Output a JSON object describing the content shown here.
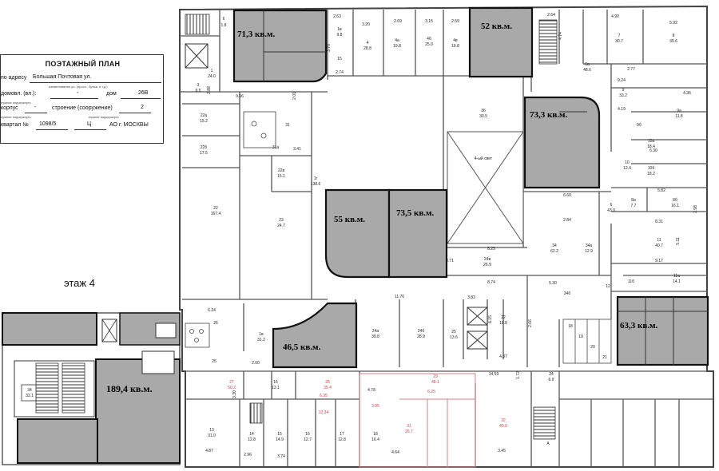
{
  "info_panel": {
    "title": "ПОЭТАЖНЫЙ ПЛАН",
    "address_label": "по адресу",
    "address_value": "Большая Почтовая ул.",
    "address_hint": "наименование ул. (просп., бульв. и т.д.)",
    "house_label": "домовл. (вл.):",
    "house_value": "-",
    "dom_label": "дом",
    "dom_value": "26В",
    "hint_needed": "нужное подчеркнуть",
    "korpus_label": "корпус",
    "korpus_value": "-",
    "stroenie_label": "строение (сооружение)",
    "stroenie_value": "2",
    "hint_needed2": "нужное подчеркнуть",
    "hint_needed3": "нужное подчеркнуть",
    "kvartal_label": "квартал №",
    "kvartal_value": "1098/5",
    "okrug_value": "Ц",
    "ao_label": "АО г. МОСКВЫ"
  },
  "floor_label": "этаж 4",
  "highlighted_areas": [
    {
      "id": "a713",
      "label": "71,3 кв.м."
    },
    {
      "id": "a52",
      "label": "52 кв.м."
    },
    {
      "id": "a733",
      "label": "73,3 кв.м."
    },
    {
      "id": "a55",
      "label": "55 кв.м."
    },
    {
      "id": "a735",
      "label": "73,5 кв.м."
    },
    {
      "id": "a465",
      "label": "46,5 кв.м."
    },
    {
      "id": "a633",
      "label": "63,3 кв.м."
    },
    {
      "id": "a1894",
      "label": "189,4 кв.м."
    }
  ],
  "room_labels": [
    {
      "id": "r1",
      "text": "6"
    },
    {
      "id": "r2",
      "text": "1.8"
    },
    {
      "id": "r3",
      "text": "2.63"
    },
    {
      "id": "r4",
      "text": "1в"
    },
    {
      "id": "r5",
      "text": "9.8"
    },
    {
      "id": "r6",
      "text": "3.70"
    },
    {
      "id": "r7",
      "text": "3.20"
    },
    {
      "id": "r8",
      "text": "4"
    },
    {
      "id": "r9",
      "text": "28.8"
    },
    {
      "id": "r10",
      "text": "2.69"
    },
    {
      "id": "r11",
      "text": "4а"
    },
    {
      "id": "r12",
      "text": "19.8"
    },
    {
      "id": "r13",
      "text": "3.15"
    },
    {
      "id": "r14",
      "text": "4б"
    },
    {
      "id": "r15",
      "text": "25.0"
    },
    {
      "id": "r16",
      "text": "2.59"
    },
    {
      "id": "r17",
      "text": "4в"
    },
    {
      "id": "r18",
      "text": "16.8"
    },
    {
      "id": "r19",
      "text": "2.64"
    },
    {
      "id": "r20",
      "text": "4.90"
    },
    {
      "id": "r21",
      "text": "7"
    },
    {
      "id": "r22",
      "text": "30.7"
    },
    {
      "id": "r23",
      "text": "5.92"
    },
    {
      "id": "r24",
      "text": "8"
    },
    {
      "id": "r25",
      "text": "39.6"
    },
    {
      "id": "r26",
      "text": "15"
    },
    {
      "id": "r27",
      "text": "1"
    },
    {
      "id": "r28",
      "text": "24.0"
    },
    {
      "id": "r29",
      "text": "2.74"
    },
    {
      "id": "r30",
      "text": "6а"
    },
    {
      "id": "r31",
      "text": "48.6"
    },
    {
      "id": "r32",
      "text": "9.24"
    },
    {
      "id": "r33",
      "text": "9"
    },
    {
      "id": "r34",
      "text": "33.2"
    },
    {
      "id": "r35",
      "text": "3"
    },
    {
      "id": "r36",
      "text": "9.5"
    },
    {
      "id": "r37",
      "text": "9.16"
    },
    {
      "id": "r38",
      "text": "4.36"
    },
    {
      "id": "r39",
      "text": "9а"
    },
    {
      "id": "r40",
      "text": "11.8"
    },
    {
      "id": "r41",
      "text": "4.19"
    },
    {
      "id": "r42",
      "text": "22а"
    },
    {
      "id": "r43",
      "text": "15.2"
    },
    {
      "id": "r44",
      "text": "36"
    },
    {
      "id": "r45",
      "text": "30.5"
    },
    {
      "id": "r46",
      "text": "9б"
    },
    {
      "id": "r47",
      "text": "10а"
    },
    {
      "id": "r48",
      "text": "18.4"
    },
    {
      "id": "r49",
      "text": "31"
    },
    {
      "id": "r50",
      "text": "31а"
    },
    {
      "id": "r51",
      "text": "2.41"
    },
    {
      "id": "r52",
      "text": "22б"
    },
    {
      "id": "r53",
      "text": "17.5"
    },
    {
      "id": "r54",
      "text": "4-ый свет"
    },
    {
      "id": "r55",
      "text": "6.30"
    },
    {
      "id": "r56",
      "text": "10"
    },
    {
      "id": "r57",
      "text": "12.4"
    },
    {
      "id": "r58",
      "text": "10б"
    },
    {
      "id": "r59",
      "text": "18.2"
    },
    {
      "id": "r60",
      "text": "22в"
    },
    {
      "id": "r61",
      "text": "15.1"
    },
    {
      "id": "r62",
      "text": "1г"
    },
    {
      "id": "r63",
      "text": "138.6"
    },
    {
      "id": "r64",
      "text": "6.60"
    },
    {
      "id": "r65",
      "text": "5.82"
    },
    {
      "id": "r66",
      "text": "8б"
    },
    {
      "id": "r67",
      "text": "16.1"
    },
    {
      "id": "r68",
      "text": "8а"
    },
    {
      "id": "r69",
      "text": "7.7"
    },
    {
      "id": "r70",
      "text": "6"
    },
    {
      "id": "r71",
      "text": "43.0"
    },
    {
      "id": "r72",
      "text": "22"
    },
    {
      "id": "r73",
      "text": "167.4"
    },
    {
      "id": "r74",
      "text": "23"
    },
    {
      "id": "r75",
      "text": "24.7"
    },
    {
      "id": "r76",
      "text": "2.84"
    },
    {
      "id": "r77",
      "text": "8.31"
    },
    {
      "id": "r78",
      "text": "11"
    },
    {
      "id": "r79",
      "text": "40.7"
    },
    {
      "id": "r80",
      "text": "34"
    },
    {
      "id": "r81",
      "text": "62.2"
    },
    {
      "id": "r82",
      "text": "34а"
    },
    {
      "id": "r83",
      "text": "12.9"
    },
    {
      "id": "r84",
      "text": "8.25"
    },
    {
      "id": "r85",
      "text": "9.17"
    },
    {
      "id": "r86",
      "text": "3.71"
    },
    {
      "id": "r87",
      "text": "24в"
    },
    {
      "id": "r88",
      "text": "26.9"
    },
    {
      "id": "r89",
      "text": "11б"
    },
    {
      "id": "r90",
      "text": "11а"
    },
    {
      "id": "r91",
      "text": "14.1"
    },
    {
      "id": "r92",
      "text": "12"
    },
    {
      "id": "r93",
      "text": "8.74"
    },
    {
      "id": "r94",
      "text": "5.30"
    },
    {
      "id": "r95",
      "text": "34б"
    },
    {
      "id": "r96",
      "text": "11.76"
    },
    {
      "id": "r97",
      "text": "3.83"
    },
    {
      "id": "r98",
      "text": "6.24"
    },
    {
      "id": "r99",
      "text": "26"
    },
    {
      "id": "r100",
      "text": "1в"
    },
    {
      "id": "r101",
      "text": "31.2"
    },
    {
      "id": "r102",
      "text": "24а"
    },
    {
      "id": "r103",
      "text": "30.8"
    },
    {
      "id": "r104",
      "text": "24б"
    },
    {
      "id": "r105",
      "text": "28.9"
    },
    {
      "id": "r106",
      "text": "25"
    },
    {
      "id": "r107",
      "text": "13.6"
    },
    {
      "id": "r108",
      "text": "22"
    },
    {
      "id": "r109",
      "text": "18.8"
    },
    {
      "id": "r110",
      "text": "18"
    },
    {
      "id": "r111",
      "text": "19"
    },
    {
      "id": "r112",
      "text": "20"
    },
    {
      "id": "r113",
      "text": "21"
    },
    {
      "id": "r114",
      "text": "2.60"
    },
    {
      "id": "r115",
      "text": "25"
    },
    {
      "id": "r116",
      "text": "4.87"
    },
    {
      "id": "r117",
      "text": "27"
    },
    {
      "id": "r118",
      "text": "50.2"
    },
    {
      "id": "r119",
      "text": "16"
    },
    {
      "id": "r120",
      "text": "13.1"
    },
    {
      "id": "r121",
      "text": "28"
    },
    {
      "id": "r122",
      "text": "35.4"
    },
    {
      "id": "r123",
      "text": "29"
    },
    {
      "id": "r124",
      "text": "48.1"
    },
    {
      "id": "r125",
      "text": "14.59"
    },
    {
      "id": "r126",
      "text": "24"
    },
    {
      "id": "r127",
      "text": "6.9"
    },
    {
      "id": "r128",
      "text": "6.35"
    },
    {
      "id": "r129",
      "text": "12.34"
    },
    {
      "id": "r130",
      "text": "4.78"
    },
    {
      "id": "r131",
      "text": "3.85"
    },
    {
      "id": "r132",
      "text": "6.25"
    },
    {
      "id": "r133",
      "text": "13"
    },
    {
      "id": "r134",
      "text": "31.0"
    },
    {
      "id": "r135",
      "text": "14"
    },
    {
      "id": "r136",
      "text": "12.8"
    },
    {
      "id": "r137",
      "text": "15"
    },
    {
      "id": "r138",
      "text": "14.9"
    },
    {
      "id": "r139",
      "text": "16"
    },
    {
      "id": "r140",
      "text": "12.7"
    },
    {
      "id": "r141",
      "text": "17"
    },
    {
      "id": "r142",
      "text": "12.8"
    },
    {
      "id": "r143",
      "text": "18"
    },
    {
      "id": "r144",
      "text": "16.4"
    },
    {
      "id": "r145",
      "text": "31"
    },
    {
      "id": "r146",
      "text": "26.7"
    },
    {
      "id": "r147",
      "text": "32"
    },
    {
      "id": "r148",
      "text": "40.0"
    },
    {
      "id": "r149",
      "text": "4.87"
    },
    {
      "id": "r150",
      "text": "2.96"
    },
    {
      "id": "r151",
      "text": "3.74"
    },
    {
      "id": "r152",
      "text": "4.64"
    },
    {
      "id": "r153",
      "text": "3.45"
    },
    {
      "id": "r154",
      "text": "34"
    },
    {
      "id": "r155",
      "text": "33.1"
    },
    {
      "id": "r156",
      "text": "А"
    },
    {
      "id": "r157",
      "text": "3.30"
    },
    {
      "id": "r158",
      "text": "1.72"
    },
    {
      "id": "r159",
      "text": "2.66"
    },
    {
      "id": "r160",
      "text": "6.15"
    },
    {
      "id": "r161",
      "text": "2.88"
    },
    {
      "id": "r162",
      "text": "2.01"
    },
    {
      "id": "r163",
      "text": "4.74"
    },
    {
      "id": "r164",
      "text": "2.77"
    },
    {
      "id": "r165",
      "text": "2.98"
    },
    {
      "id": "r166",
      "text": "5.11"
    }
  ]
}
